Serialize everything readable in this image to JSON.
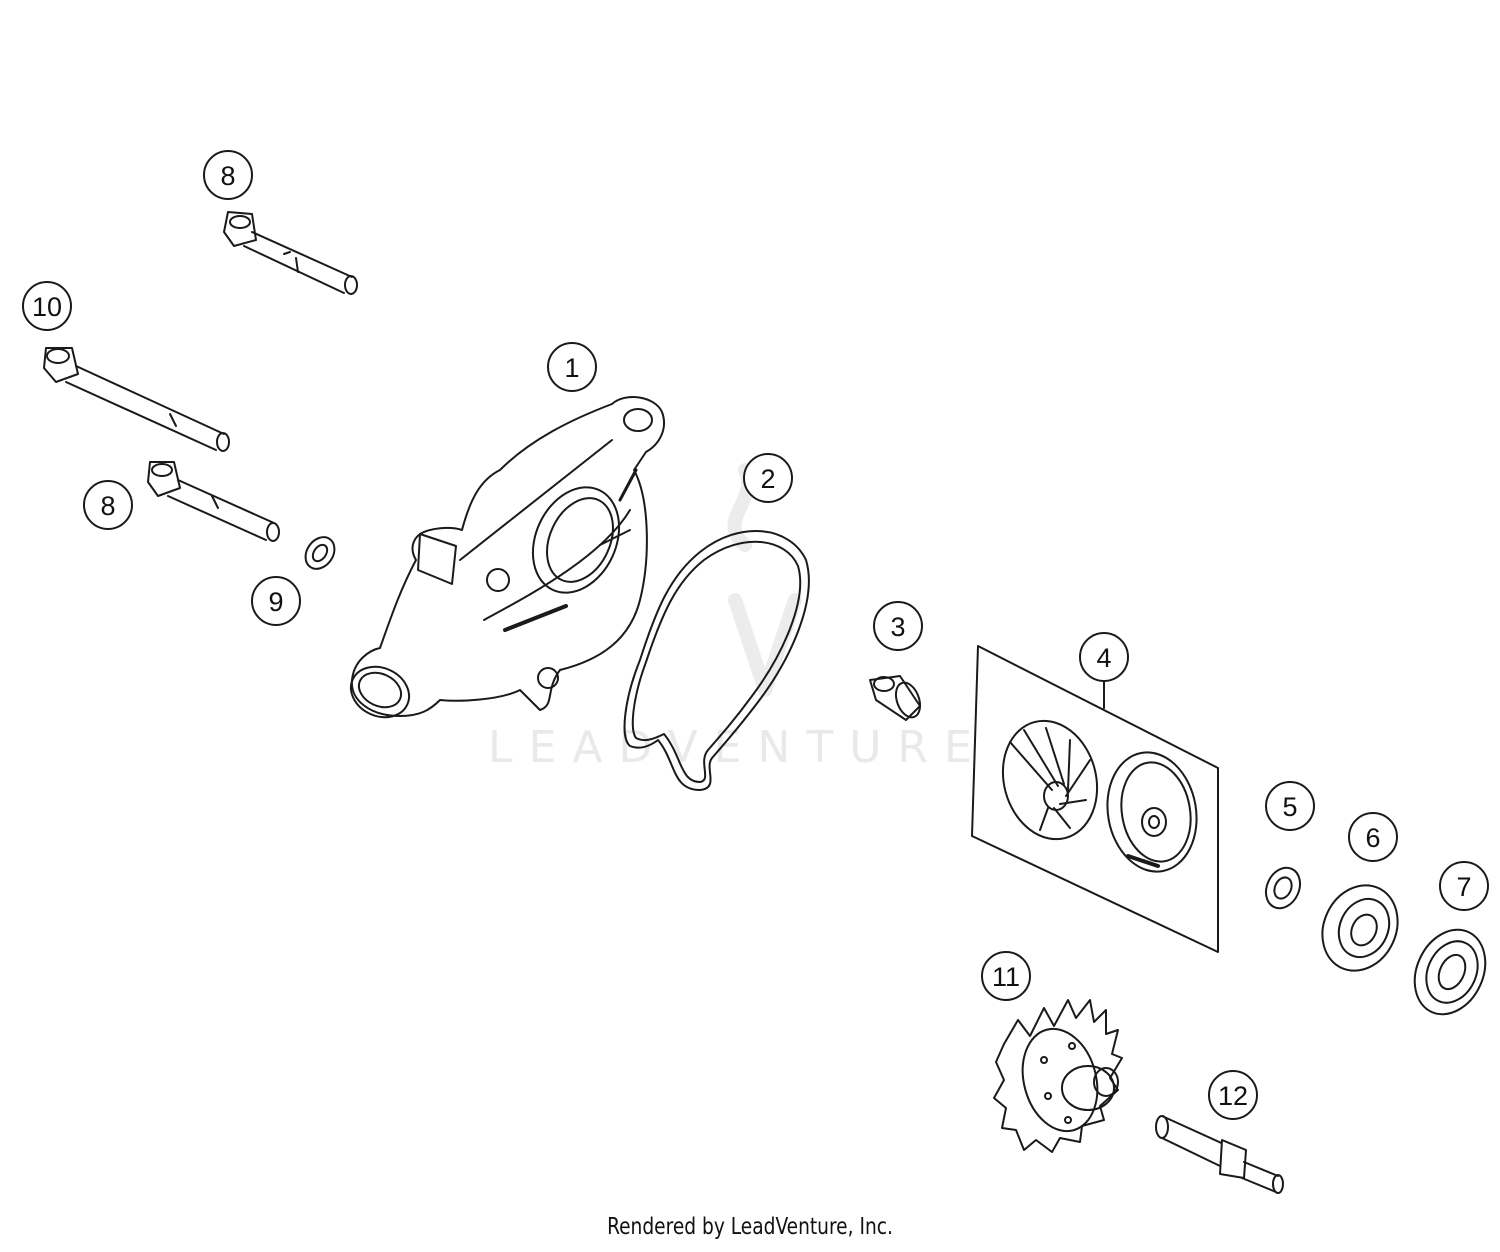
{
  "watermark": {
    "text": "LEADVENTURE"
  },
  "footer": {
    "text": "Rendered by LeadVenture, Inc."
  },
  "callouts": {
    "c1": "1",
    "c2": "2",
    "c3": "3",
    "c4": "4",
    "c5": "5",
    "c6": "6",
    "c7": "7",
    "c8a": "8",
    "c8b": "8",
    "c9": "9",
    "c10": "10",
    "c11": "11",
    "c12": "12"
  },
  "colors": {
    "line": "#1a1a1a",
    "watermark": "#e9e9e9"
  }
}
